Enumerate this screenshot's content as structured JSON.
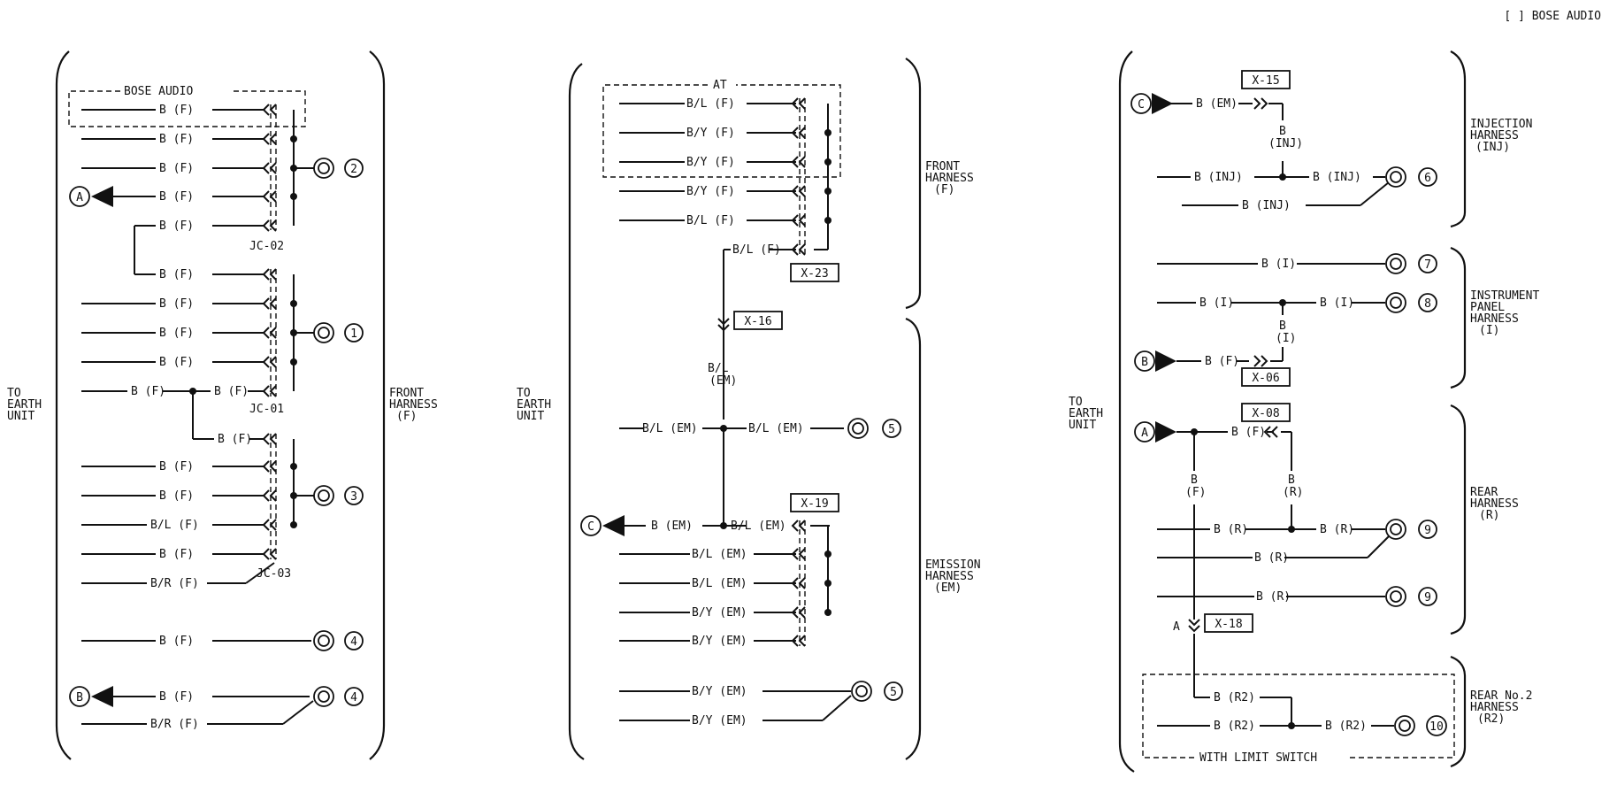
{
  "header": {
    "legend": "[ ] BOSE AUDIO"
  },
  "common": {
    "to_earth": [
      "TO",
      "EARTH",
      "UNIT"
    ]
  },
  "columns": [
    {
      "harnesses": [
        {
          "lines": [
            "FRONT",
            "HARNESS",
            "(F)"
          ]
        }
      ],
      "groups": [
        {
          "label": "BOSE AUDIO"
        }
      ],
      "junctions": [
        "JC-02",
        "JC-01",
        "JC-03"
      ],
      "rows": [
        {
          "label": "B (F)"
        },
        {
          "label": "B (F)"
        },
        {
          "label": "B (F)"
        },
        {
          "label": "B (F)"
        },
        {
          "label": "B (F)"
        },
        {
          "label": "B (F)"
        },
        {
          "label": "B (F)"
        },
        {
          "label": "B (F)"
        },
        {
          "label": "B (F)"
        },
        {
          "label": "B (F)",
          "label2": "B (F)"
        },
        {
          "label": "B (F)"
        },
        {
          "label": "B (F)"
        },
        {
          "label": "B (F)"
        },
        {
          "label": "B/L (F)"
        },
        {
          "label": "B (F)"
        },
        {
          "label": "B/R (F)"
        },
        {
          "label": "B (F)"
        },
        {
          "label": "B (F)"
        },
        {
          "label": "B/R (F)"
        }
      ],
      "earths": [
        "2",
        "1",
        "3",
        "4",
        "4"
      ],
      "connectors": [
        "A",
        "B"
      ]
    },
    {
      "harnesses": [
        {
          "lines": [
            "FRONT",
            "HARNESS",
            "(F)"
          ]
        },
        {
          "lines": [
            "EMISSION",
            "HARNESS",
            "(EM)"
          ]
        }
      ],
      "groups": [
        {
          "label": "AT"
        }
      ],
      "connector_ids": [
        "X-23",
        "X-16",
        "X-19"
      ],
      "rows": [
        {
          "label": "B/L (F)"
        },
        {
          "label": "B/Y (F)"
        },
        {
          "label": "B/Y (F)"
        },
        {
          "label": "B/Y (F)"
        },
        {
          "label": "B/L (F)"
        },
        {
          "label": "B/L (F)"
        },
        {
          "label": "B/L (EM)",
          "label2": "B/L (EM)"
        },
        {
          "label": "B (EM)",
          "label2": "B/L (EM)"
        },
        {
          "label": "B/L (EM)"
        },
        {
          "label": "B/L (EM)"
        },
        {
          "label": "B/Y (EM)"
        },
        {
          "label": "B/Y (EM)"
        },
        {
          "label": "B/Y (EM)"
        },
        {
          "label": "B/Y (EM)"
        }
      ],
      "vertical_labels": [
        {
          "lines": [
            "B/L",
            "(EM)"
          ]
        }
      ],
      "earths": [
        "5",
        "5"
      ],
      "connectors": [
        "C"
      ]
    },
    {
      "harnesses": [
        {
          "lines": [
            "INJECTION",
            "HARNESS",
            "(INJ)"
          ]
        },
        {
          "lines": [
            "INSTRUMENT",
            "PANEL",
            "HARNESS",
            "(I)"
          ]
        },
        {
          "lines": [
            "REAR",
            "HARNESS",
            "(R)"
          ]
        },
        {
          "lines": [
            "REAR No.2",
            "HARNESS",
            "(R2)"
          ]
        }
      ],
      "groups": [
        {
          "label": "WITH LIMIT SWITCH"
        }
      ],
      "connector_ids": [
        "X-15",
        "X-06",
        "X-08",
        "X-18"
      ],
      "rows": [
        {
          "label": "B (EM)"
        },
        {
          "label": "B (INJ)",
          "label2": "B (INJ)"
        },
        {
          "label": "B (INJ)"
        },
        {
          "label": "B (I)"
        },
        {
          "label": "B (I)",
          "label2": "B (I)"
        },
        {
          "label": "B (F)"
        },
        {
          "label": "B (F)"
        },
        {
          "label": "B (R)",
          "label2": "B (R)"
        },
        {
          "label": "B (R)"
        },
        {
          "label": "B (R)"
        },
        {
          "label": "B (R2)"
        },
        {
          "label": "B (R2)",
          "label2": "B (R2)"
        }
      ],
      "vertical_labels": [
        {
          "lines": [
            "B",
            "(INJ)"
          ]
        },
        {
          "lines": [
            "B",
            "(I)"
          ]
        },
        {
          "lines": [
            "B",
            "(F)"
          ]
        },
        {
          "lines": [
            "B",
            "(R)"
          ]
        }
      ],
      "pin_label": "A",
      "earths": [
        "6",
        "7",
        "8",
        "9",
        "9",
        "10"
      ],
      "connectors": [
        "C",
        "B",
        "A"
      ]
    }
  ]
}
